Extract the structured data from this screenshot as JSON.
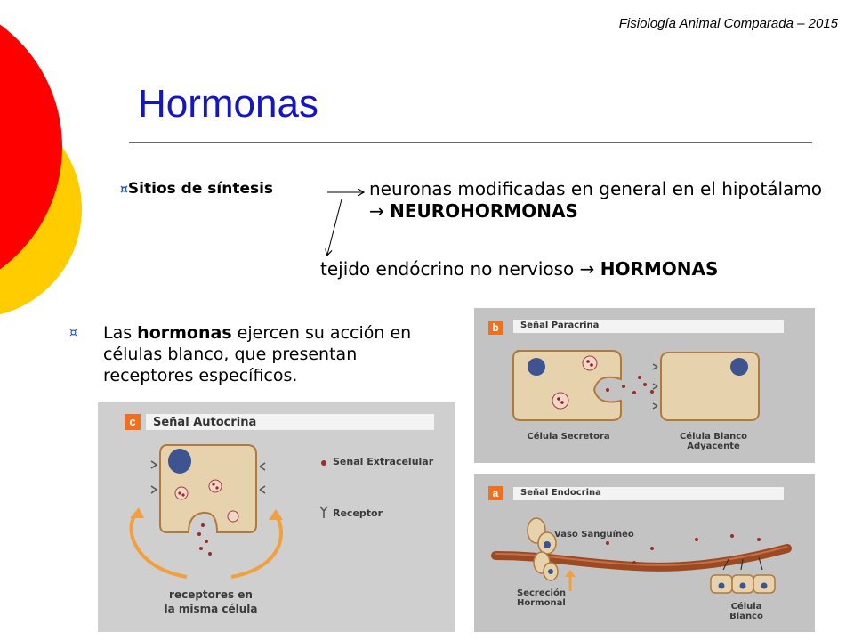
{
  "header": {
    "text": "Fisiología Animal Comparada – 2015"
  },
  "title": "Hormonas",
  "synthesis": {
    "label": "Sitios de síntesis",
    "line1_pre": "neuronas modificadas en general en el hipotálamo ",
    "arrow": "→",
    "line1_bold": "NEUROHORMONAS",
    "line2_pre": "tejido endócrino no nervioso ",
    "line2_bold": "HORMONAS"
  },
  "bullet2": {
    "pre": "Las ",
    "bold": "hormonas",
    "post": " ejercen su acción en células blanco, que presentan receptores específicos."
  },
  "figures": {
    "paracrine": {
      "tag": "b",
      "title": "Señal Paracrina",
      "left_label": "Célula Secretora",
      "right_label": "Célula Blanco Adyacente"
    },
    "endocrine": {
      "tag": "a",
      "title": "Señal Endocrina",
      "vessel_label": "Vaso Sanguíneo",
      "secretion_label": "Secreción Hormonal",
      "target_label": "Célula Blanco"
    },
    "autocrine": {
      "tag": "c",
      "title": "Señal Autocrina",
      "legend_signal": "Señal Extracelular",
      "legend_receptor": "Receptor",
      "bottom_label": "receptores en la misma célula"
    }
  },
  "colors": {
    "title": "#1515c8",
    "circle_red": "#ff0000",
    "circle_yellow": "#ffcc00",
    "tag_orange": "#f1701f",
    "cell_fill": "#e6d2ad",
    "cell_stroke": "#b07a3c",
    "vessel": "#9c4a22"
  }
}
